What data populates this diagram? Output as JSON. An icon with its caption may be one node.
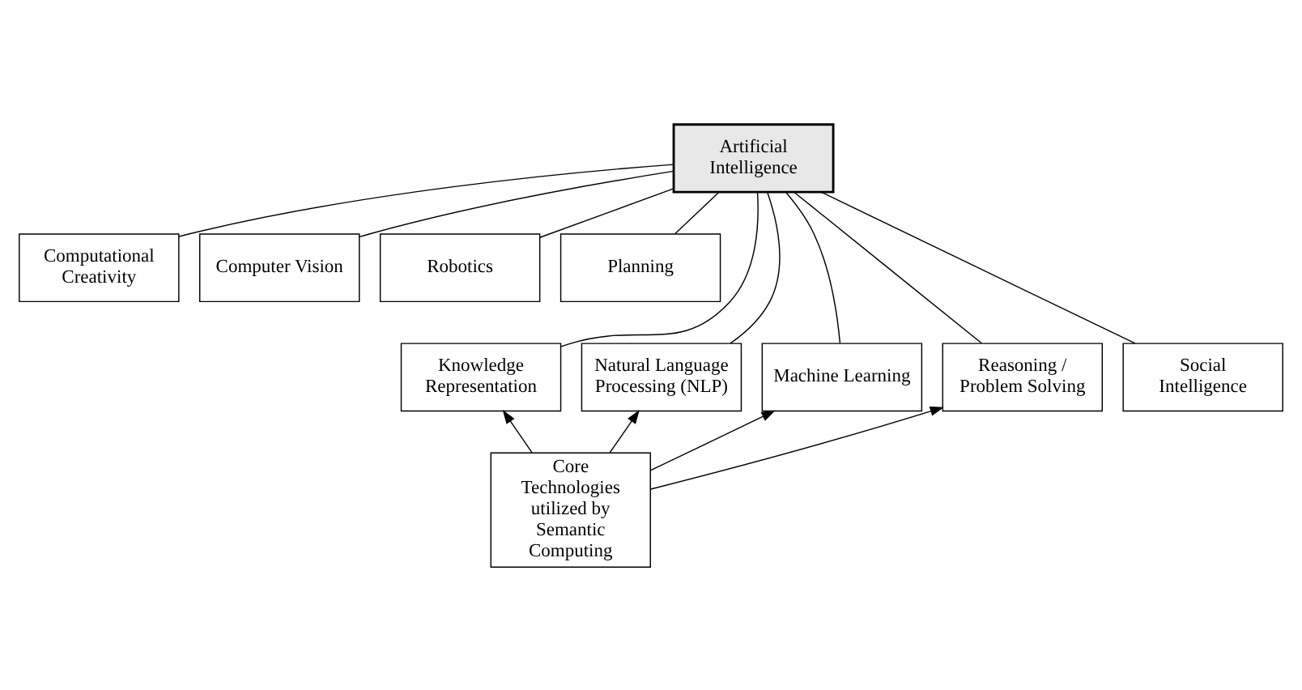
{
  "diagram": {
    "nodes": [
      {
        "text": [
          "Artificial Intelligence"
        ]
      },
      {
        "text": [
          "Computational Creativity"
        ]
      },
      {
        "text": [
          "Computer Vision"
        ]
      },
      {
        "text": [
          "Robotics"
        ]
      },
      {
        "text": [
          "Planning"
        ]
      },
      {
        "text": [
          "Knowledge Representation"
        ]
      },
      {
        "text": [
          "Natural Language Processing (NLP)"
        ]
      },
      {
        "text": [
          "Machine Learning"
        ]
      },
      {
        "text": [
          "Reasoning / Problem Solving"
        ]
      },
      {
        "text": [
          "Social Intelligence"
        ]
      },
      {
        "text": [
          "Core Technologies utilized by Semantic Computing"
        ]
      }
    ],
    "edges": [
      {
        "from": 0,
        "to": 1,
        "arrow": "none"
      },
      {
        "from": 0,
        "to": 2,
        "arrow": "none"
      },
      {
        "from": 0,
        "to": 3,
        "arrow": "none"
      },
      {
        "from": 0,
        "to": 4,
        "arrow": "none"
      },
      {
        "from": 0,
        "to": 5,
        "arrow": "none"
      },
      {
        "from": 0,
        "to": 6,
        "arrow": "none"
      },
      {
        "from": 0,
        "to": 7,
        "arrow": "none"
      },
      {
        "from": 0,
        "to": 8,
        "arrow": "none"
      },
      {
        "from": 0,
        "to": 9,
        "arrow": "none"
      },
      {
        "from": 10,
        "to": 5,
        "arrow": "to"
      },
      {
        "from": 10,
        "to": 6,
        "arrow": "to"
      },
      {
        "from": 10,
        "to": 7,
        "arrow": "to"
      },
      {
        "from": 10,
        "to": 8,
        "arrow": "to"
      }
    ]
  }
}
